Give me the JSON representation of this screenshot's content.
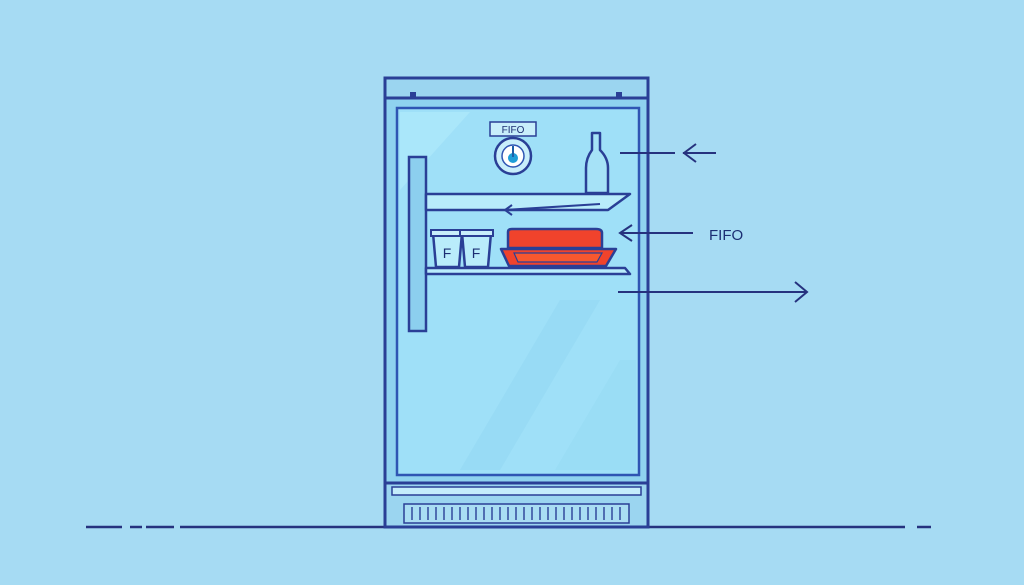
{
  "fridge": {
    "badge_label": "FIFO",
    "container_marks": [
      "F",
      "F"
    ]
  },
  "annotations": {
    "side_label": "FIFO"
  },
  "colors": {
    "background": "#a6dbf3",
    "outline": "#2a3f96",
    "glass": "#9fe0f8",
    "food": "#f0432c"
  }
}
